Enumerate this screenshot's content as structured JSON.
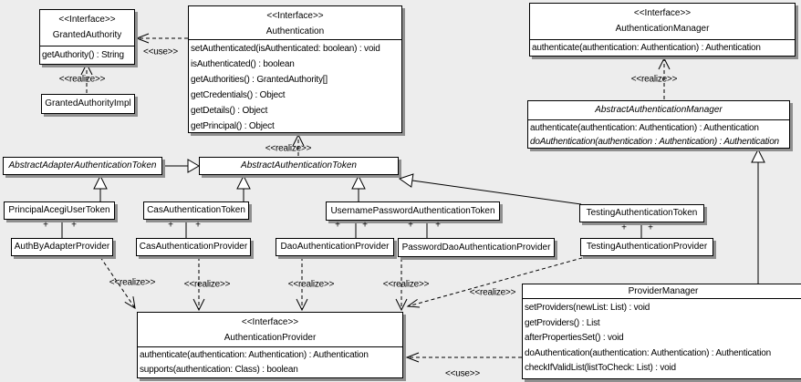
{
  "labels": {
    "use": "<<use>>",
    "realize": "<<realize>>",
    "plus": "+",
    "interface_stereotype": "<<Interface>>"
  },
  "classes": {
    "granted_authority": {
      "stereotype": "<<Interface>>",
      "name": "GrantedAuthority",
      "methods": [
        "getAuthority() : String"
      ]
    },
    "granted_authority_impl": {
      "name": "GrantedAuthorityImpl"
    },
    "authentication": {
      "stereotype": "<<Interface>>",
      "name": "Authentication",
      "methods": [
        "setAuthenticated(isAuthenticated: boolean) : void",
        "isAuthenticated() : boolean",
        "getAuthorities() : GrantedAuthority[]",
        "getCredentials() : Object",
        "getDetails() : Object",
        "getPrincipal() : Object"
      ]
    },
    "authentication_manager": {
      "stereotype": "<<Interface>>",
      "name": "AuthenticationManager",
      "methods": [
        "authenticate(authentication: Authentication) : Authentication"
      ]
    },
    "abstract_authentication_manager": {
      "name": "AbstractAuthenticationManager",
      "methods": [
        "authenticate(authentication: Authentication) : Authentication",
        "doAuthentication(authentication : Authentication) : Authentication"
      ]
    },
    "abstract_adapter_authentication_token": {
      "name": "AbstractAdapterAuthenticationToken"
    },
    "abstract_authentication_token": {
      "name": "AbstractAuthenticationToken"
    },
    "principal_acegi_user_token": {
      "name": "PrincipalAcegiUserToken"
    },
    "cas_authentication_token": {
      "name": "CasAuthenticationToken"
    },
    "username_password_authentication_token": {
      "name": "UsernamePasswordAuthenticationToken"
    },
    "testing_authentication_token": {
      "name": "TestingAuthenticationToken"
    },
    "auth_by_adapter_provider": {
      "name": "AuthByAdapterProvider"
    },
    "cas_authentication_provider": {
      "name": "CasAuthenticationProvider"
    },
    "dao_authentication_provider": {
      "name": "DaoAuthenticationProvider"
    },
    "password_dao_authentication_provider": {
      "name": "PasswordDaoAuthenticationProvider"
    },
    "testing_authentication_provider": {
      "name": "TestingAuthenticationProvider"
    },
    "authentication_provider": {
      "stereotype": "<<Interface>>",
      "name": "AuthenticationProvider",
      "methods": [
        "authenticate(authentication: Authentication) : Authentication",
        "supports(authentication: Class) : boolean"
      ]
    },
    "provider_manager": {
      "name": "ProviderManager",
      "methods": [
        "setProviders(newList: List) : void",
        "getProviders() : List",
        "afterPropertiesSet() : void",
        "doAuthentication(authentication: Authentication) : Authentication",
        "checkIfValidList(listToCheck: List) : void"
      ]
    }
  }
}
